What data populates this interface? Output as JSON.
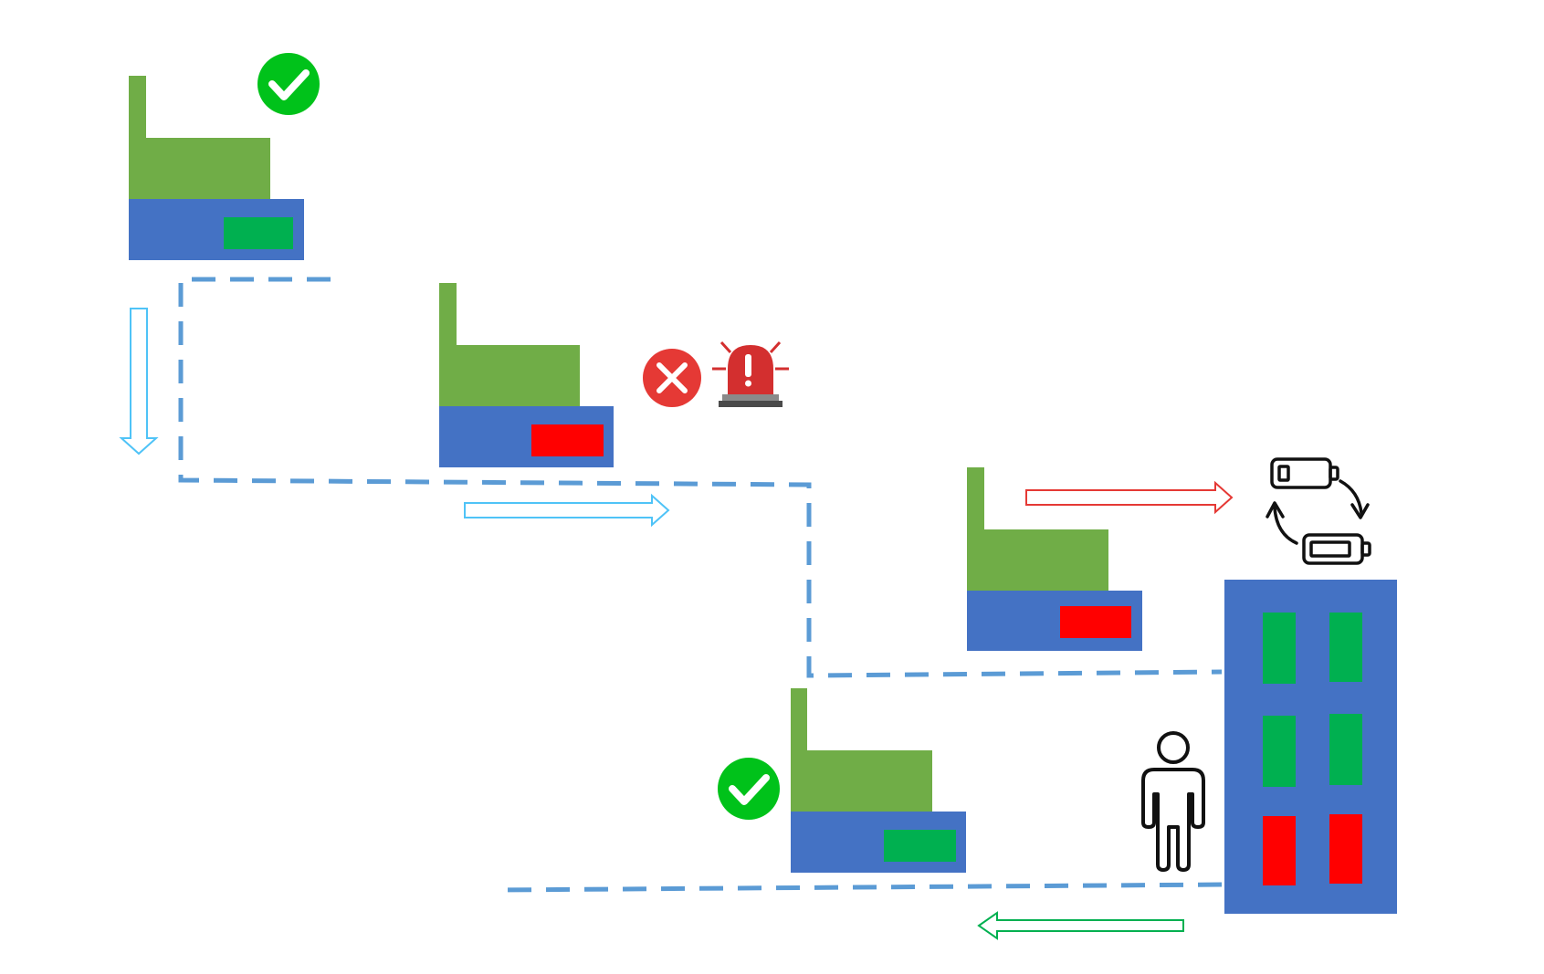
{
  "diagram": {
    "colors": {
      "robot_top": "#70AD47",
      "robot_base": "#4472C4",
      "battery_ok": "#00B050",
      "battery_low": "#FF0000",
      "path": "#5B9BD5",
      "flow_arrow": "#4FC3F7",
      "to_charger_arrow": "#E53935",
      "return_arrow": "#00B050",
      "check": "#00C21A",
      "error": "#E53935",
      "alarm": "#D32F2F",
      "outline": "#111111"
    },
    "robots": [
      {
        "id": "robot-1",
        "battery": "full",
        "status_icon": "check-icon"
      },
      {
        "id": "robot-2",
        "battery": "low",
        "status_icon": "error-x-icon",
        "alert_icon": "alarm-siren-icon"
      },
      {
        "id": "robot-3",
        "battery": "low",
        "status_icon": "none"
      },
      {
        "id": "robot-4",
        "battery": "full",
        "status_icon": "check-icon"
      }
    ],
    "charging_station": {
      "slots": [
        "full",
        "full",
        "full",
        "full",
        "low",
        "low"
      ],
      "icons": [
        "battery-swap-icon",
        "operator-person-icon"
      ]
    }
  }
}
